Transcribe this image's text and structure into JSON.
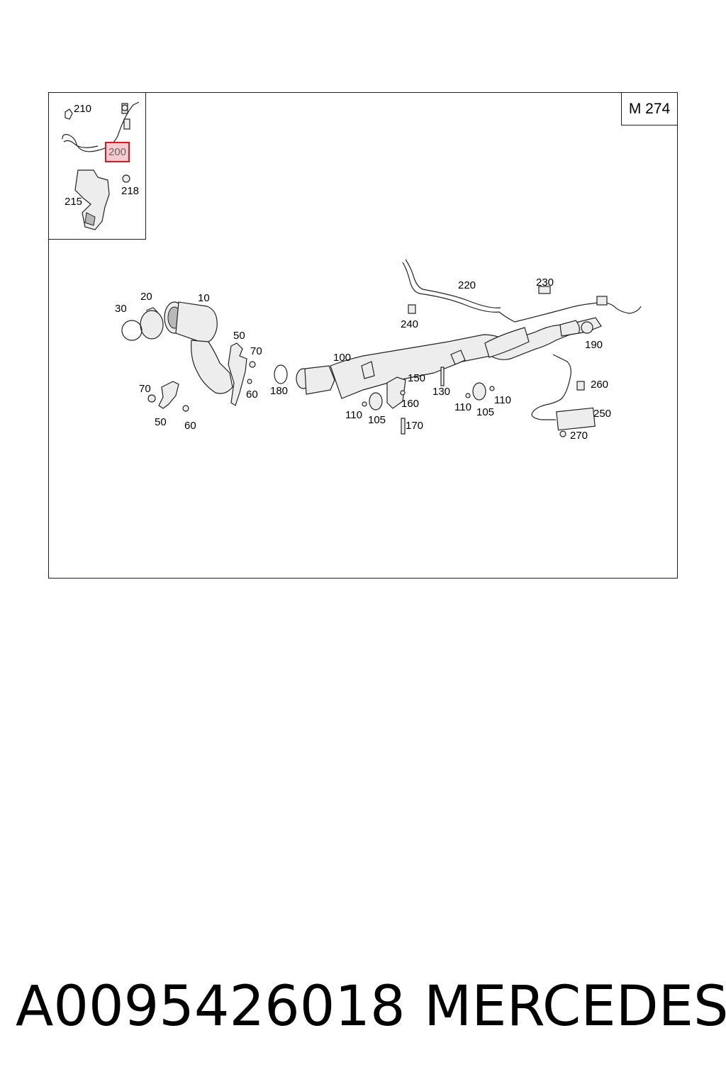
{
  "diagram": {
    "model_tag": "M 274",
    "callouts": {
      "c210": "210",
      "c200": "200",
      "c218": "218",
      "c215": "215",
      "c220": "220",
      "c230": "230",
      "c240": "240",
      "c30": "30",
      "c20": "20",
      "c10": "10",
      "c50a": "50",
      "c70a": "70",
      "c60a": "60",
      "c180": "180",
      "c100": "100",
      "c150": "150",
      "c130": "130",
      "c110a": "110",
      "c105a": "105",
      "c160": "160",
      "c170": "170",
      "c110b": "110",
      "c105b": "105",
      "c110c": "110",
      "c190": "190",
      "c260": "260",
      "c250": "250",
      "c270": "270",
      "c70b": "70",
      "c50b": "50",
      "c60b": "60"
    },
    "highlighted_part": "200"
  },
  "footer": {
    "part_number": "A0095426018",
    "brand": "MERCEDES"
  }
}
